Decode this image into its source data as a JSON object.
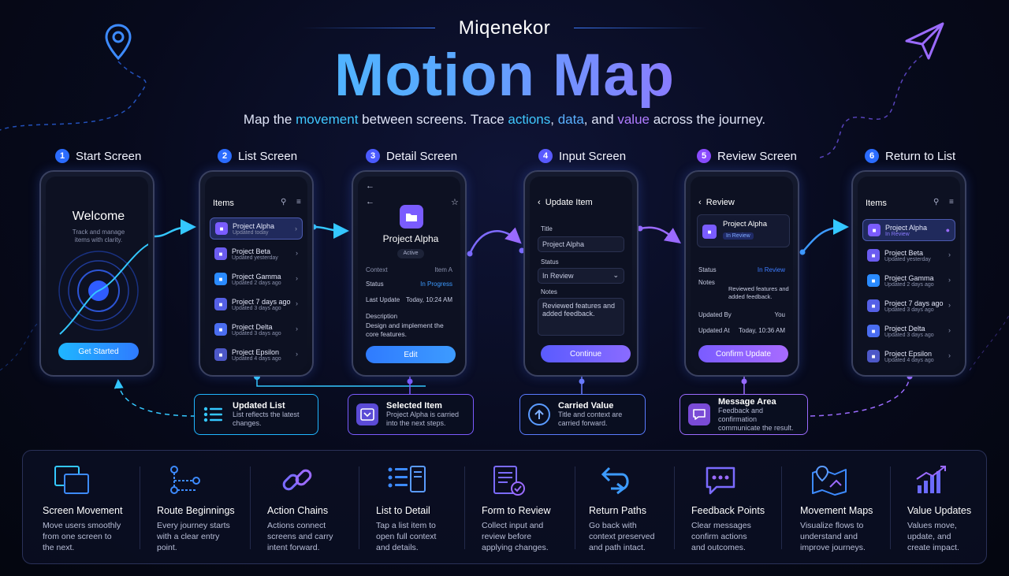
{
  "header": {
    "brand": "Miqenekor",
    "title": "Motion Map",
    "subtitle_parts": {
      "p1": "Map the ",
      "h1": "movement",
      "p2": " between screens. Trace ",
      "h2": "actions",
      "p3": ", ",
      "h3": "data",
      "p4": ", and ",
      "h4": "value",
      "p5": " across the journey."
    }
  },
  "colors": {
    "cyan": "#34d2ff",
    "blue": "#3d7cff",
    "purple": "#9b6bff",
    "violet": "#b36bff"
  },
  "steps": [
    {
      "num": "1",
      "label": "Start Screen"
    },
    {
      "num": "2",
      "label": "List Screen"
    },
    {
      "num": "3",
      "label": "Detail Screen"
    },
    {
      "num": "4",
      "label": "Input Screen"
    },
    {
      "num": "5",
      "label": "Review Screen"
    },
    {
      "num": "6",
      "label": "Return to List"
    }
  ],
  "screen1": {
    "title": "Welcome",
    "text_l1": "Track and manage",
    "text_l2": "items with clarity.",
    "button": "Get Started"
  },
  "screen2": {
    "header": "Items",
    "items": [
      {
        "title": "Project Alpha",
        "sub": "Updated today"
      },
      {
        "title": "Project Beta",
        "sub": "Updated yesterday"
      },
      {
        "title": "Project Gamma",
        "sub": "Updated 2 days ago"
      },
      {
        "title": "Project 7 days ago",
        "sub": "Updated 3 days ago"
      },
      {
        "title": "Project Delta",
        "sub": "Updated 3 days ago"
      },
      {
        "title": "Project Epsilon",
        "sub": "Updated 4 days ago"
      }
    ]
  },
  "screen3": {
    "title": "Project Alpha",
    "badge": "Active",
    "r1_label": "Context",
    "r1_value": "Item A",
    "r2_label": "Status",
    "r2_value": "In Progress",
    "r3_label": "Last Update",
    "r3_value": "Today, 10:24 AM",
    "desc_label": "Description",
    "desc_l1": "Design and implement the",
    "desc_l2": "core features.",
    "button": "Edit"
  },
  "screen4": {
    "header": "Update Item",
    "title_label": "Title",
    "title_value": "Project Alpha",
    "status_label": "Status",
    "status_value": "In Review",
    "notes_label": "Notes",
    "notes_l1": "Reviewed features and",
    "notes_l2": "added feedback.",
    "button": "Continue"
  },
  "screen5": {
    "header": "Review",
    "card_title": "Project Alpha",
    "card_badge": "In Review",
    "r1_label": "Status",
    "r1_value": "In Review",
    "notes_label": "Notes",
    "notes_l1": "Reviewed features and",
    "notes_l2": "added feedback.",
    "r3_label": "Updated By",
    "r3_value": "You",
    "r4_label": "Updated At",
    "r4_value": "Today, 10:36 AM",
    "button": "Confirm Update"
  },
  "screen6": {
    "header": "Items",
    "items": [
      {
        "title": "Project Alpha",
        "sub": "In Review"
      },
      {
        "title": "Project Beta",
        "sub": "Updated yesterday"
      },
      {
        "title": "Project Gamma",
        "sub": "Updated 2 days ago"
      },
      {
        "title": "Project 7 days ago",
        "sub": "Updated 3 days ago"
      },
      {
        "title": "Project Delta",
        "sub": "Updated 3 days ago"
      },
      {
        "title": "Project Epsilon",
        "sub": "Updated 4 days ago"
      }
    ]
  },
  "callouts": [
    {
      "title": "Updated List",
      "l1": "List reflects the latest",
      "l2": "changes."
    },
    {
      "title": "Selected Item",
      "l1": "Project Alpha is carried",
      "l2": "into the next steps."
    },
    {
      "title": "Carried Value",
      "l1": "Title and context are",
      "l2": "carried forward."
    },
    {
      "title": "Message Area",
      "l1": "Feedback and confirmation",
      "l2": "communicate the result."
    }
  ],
  "features": [
    {
      "title": "Screen Movement",
      "l1": "Move users smoothly",
      "l2": "from one screen to",
      "l3": "the next.",
      "icon": "screens-icon"
    },
    {
      "title": "Route Beginnings",
      "l1": "Every journey starts",
      "l2": "with a clear entry",
      "l3": "point.",
      "icon": "route-icon"
    },
    {
      "title": "Action Chains",
      "l1": "Actions connect",
      "l2": "screens and carry",
      "l3": "intent forward.",
      "icon": "chain-icon"
    },
    {
      "title": "List to Detail",
      "l1": "Tap a list item to",
      "l2": "open full context",
      "l3": "and details.",
      "icon": "list-detail-icon"
    },
    {
      "title": "Form to Review",
      "l1": "Collect input and",
      "l2": "review before",
      "l3": "applying changes.",
      "icon": "form-icon"
    },
    {
      "title": "Return Paths",
      "l1": "Go back with",
      "l2": "context preserved",
      "l3": "and path intact.",
      "icon": "return-icon"
    },
    {
      "title": "Feedback Points",
      "l1": "Clear messages",
      "l2": "confirm actions",
      "l3": "and outcomes.",
      "icon": "chat-icon"
    },
    {
      "title": "Movement Maps",
      "l1": "Visualize flows to",
      "l2": "understand and",
      "l3": "improve journeys.",
      "icon": "map-icon"
    },
    {
      "title": "Value Updates",
      "l1": "Values move,",
      "l2": "update, and",
      "l3": "create impact.",
      "icon": "growth-chart-icon"
    }
  ]
}
